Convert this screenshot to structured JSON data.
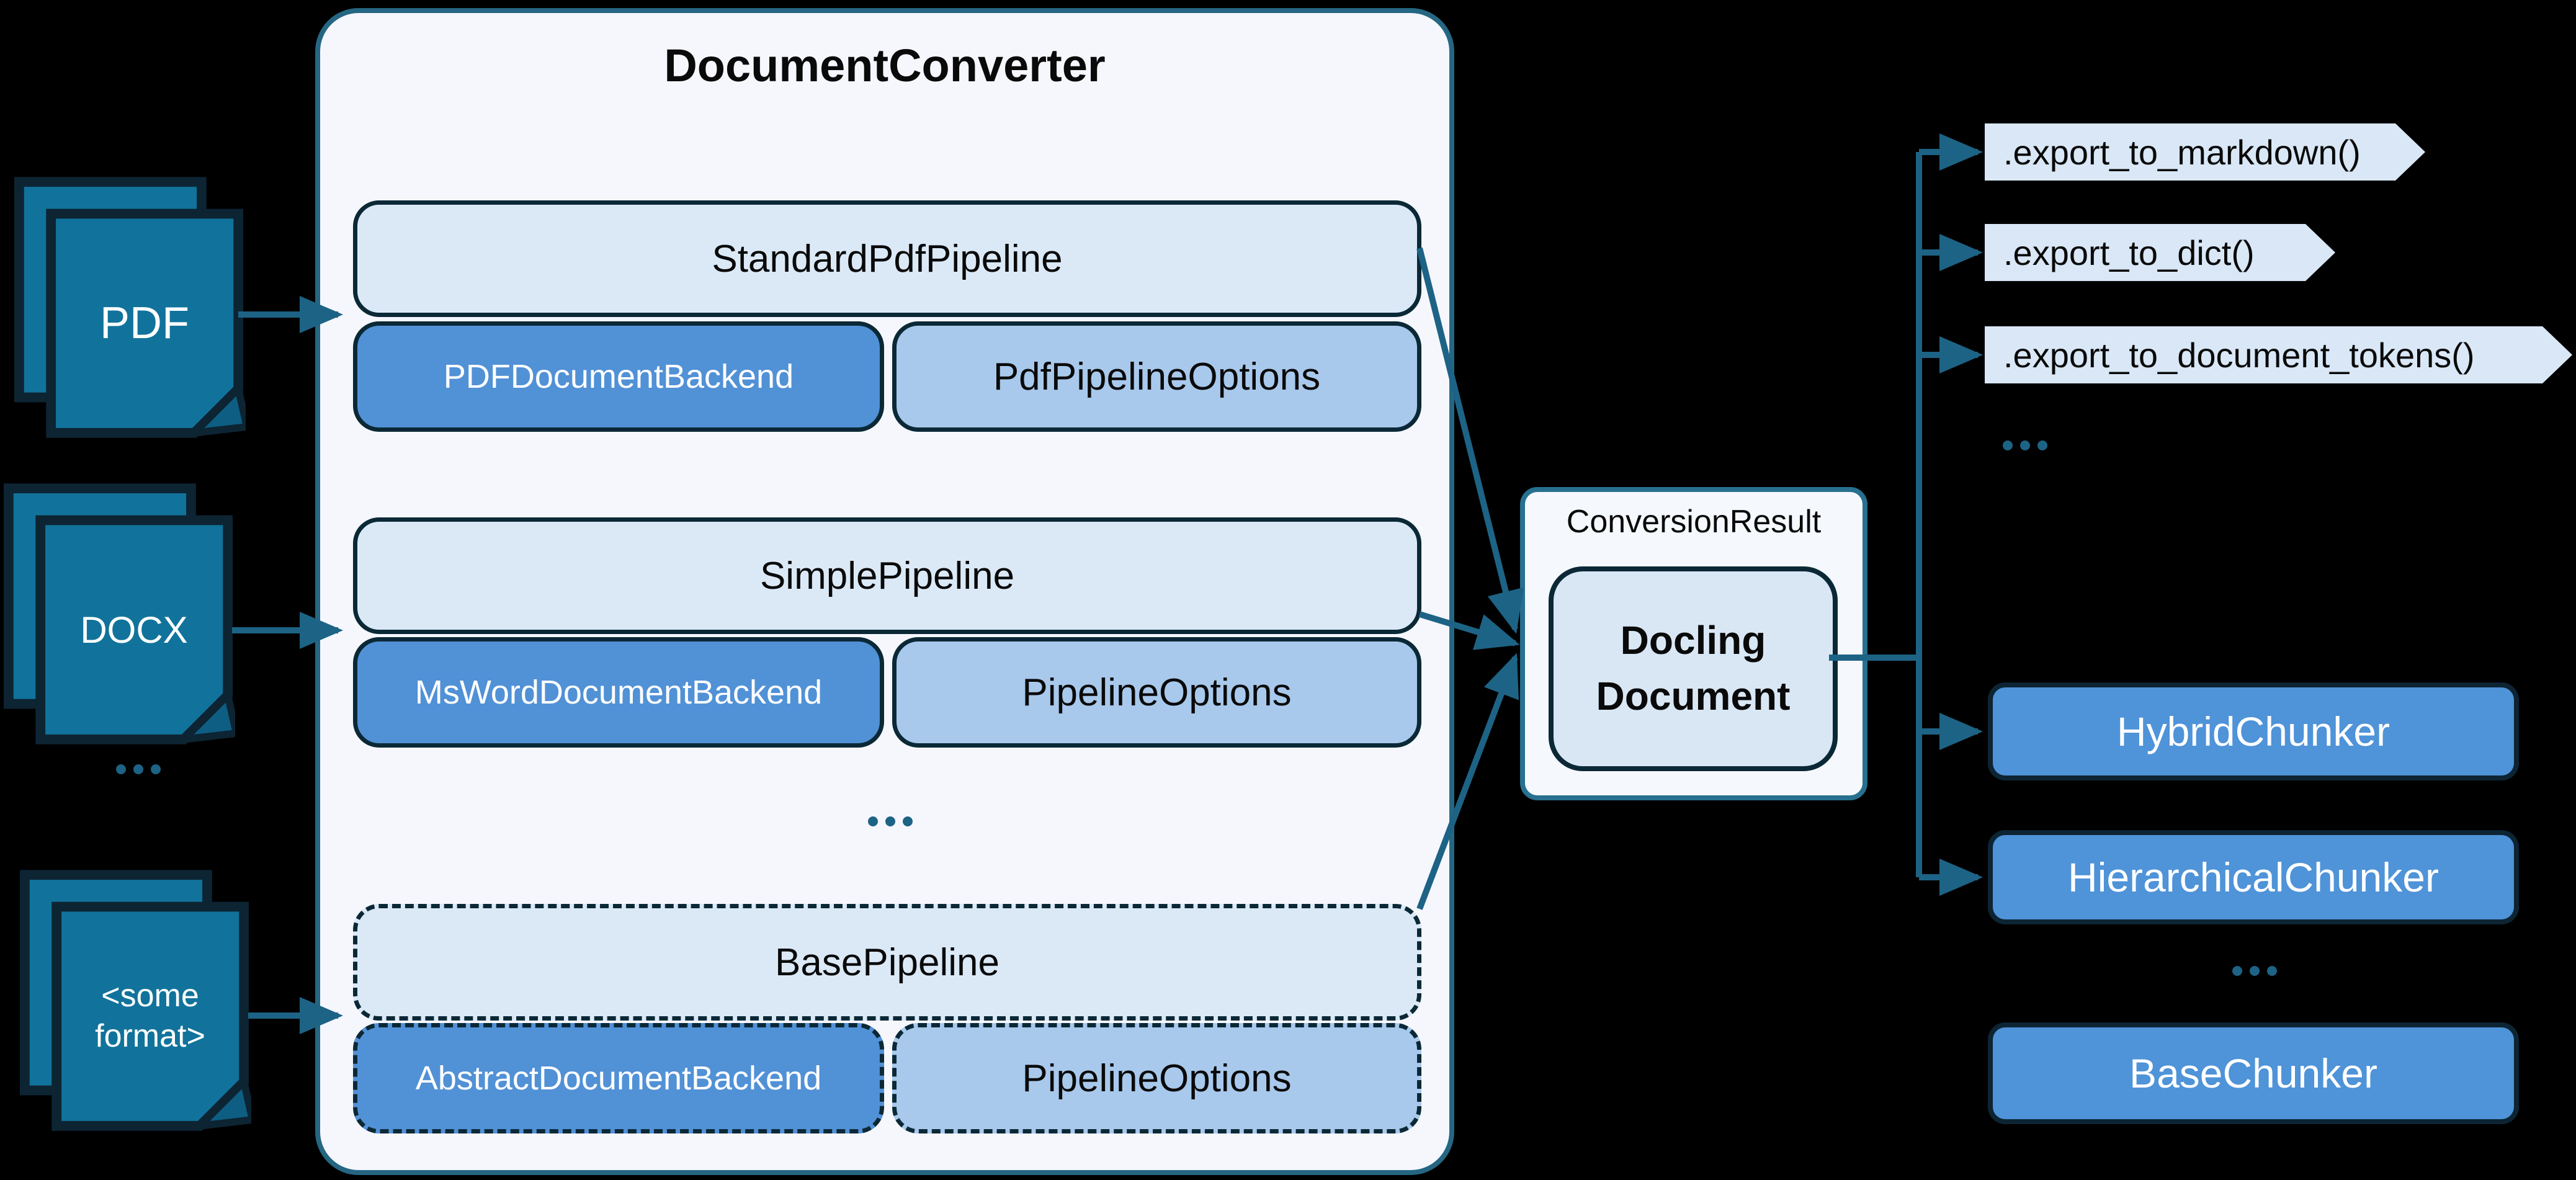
{
  "colors": {
    "bg": "#000000",
    "converter-bg": "#f5f7fd",
    "converter-border": "#256682",
    "box-border": "#0b2836",
    "header-fill": "#dbe9f7",
    "backend-fill": "#5191d6",
    "options-fill": "#a8c9ec",
    "result-bg": "#f5f8fd",
    "result-border": "#27708f",
    "docling-fill": "#d9e7f5",
    "export-fill": "#d9e7f6",
    "chunker-fill": "#4f93d8",
    "icon-fill": "#11739b",
    "icon-border": "#0d2433",
    "icon-fold": "#0e5e83",
    "accent": "#1d6385",
    "text-dark": "#0a0a0a",
    "text-light": "#ffffff"
  },
  "inputs": {
    "pdf": "PDF",
    "docx": "DOCX",
    "ellipsis": "...",
    "other": "<some format>"
  },
  "converter": {
    "title": "DocumentConverter",
    "pipelines": [
      {
        "name": "StandardPdfPipeline",
        "backend": "PDFDocumentBackend",
        "options": "PdfPipelineOptions"
      },
      {
        "name": "SimplePipeline",
        "backend": "MsWordDocumentBackend",
        "options": "PipelineOptions"
      },
      {
        "name": "BasePipeline",
        "backend": "AbstractDocumentBackend",
        "options": "PipelineOptions"
      }
    ],
    "ellipsis": "..."
  },
  "result": {
    "label": "ConversionResult",
    "document": "Docling Document"
  },
  "exports": {
    "items": [
      ".export_to_markdown()",
      ".export_to_dict()",
      ".export_to_document_tokens()"
    ],
    "ellipsis": "..."
  },
  "chunkers": {
    "items": [
      "HybridChunker",
      "HierarchicalChunker"
    ],
    "ellipsis": "...",
    "base": "BaseChunker"
  }
}
